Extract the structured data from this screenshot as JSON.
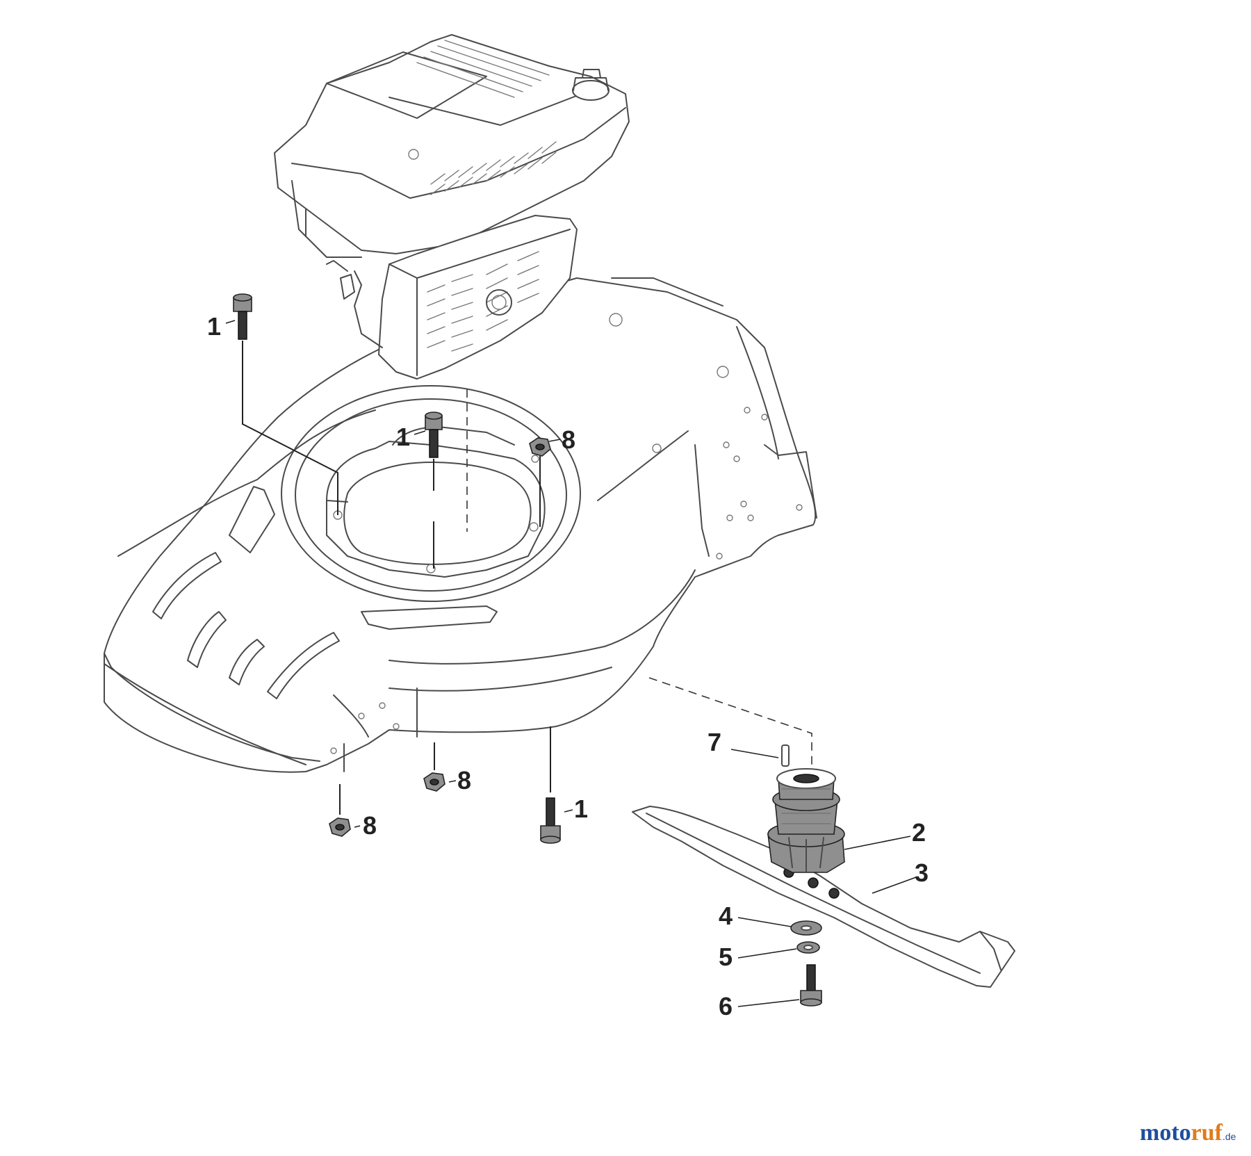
{
  "callouts": [
    {
      "id": "1a",
      "label": "1"
    },
    {
      "id": "1b",
      "label": "1"
    },
    {
      "id": "1c",
      "label": "1"
    },
    {
      "id": "2",
      "label": "2"
    },
    {
      "id": "3",
      "label": "3"
    },
    {
      "id": "4",
      "label": "4"
    },
    {
      "id": "5",
      "label": "5"
    },
    {
      "id": "6",
      "label": "6"
    },
    {
      "id": "7",
      "label": "7"
    },
    {
      "id": "8a",
      "label": "8"
    },
    {
      "id": "8b",
      "label": "8"
    },
    {
      "id": "8c",
      "label": "8"
    }
  ],
  "watermark": {
    "part1": "moto",
    "part2": "ruf",
    "suffix": ".de"
  }
}
